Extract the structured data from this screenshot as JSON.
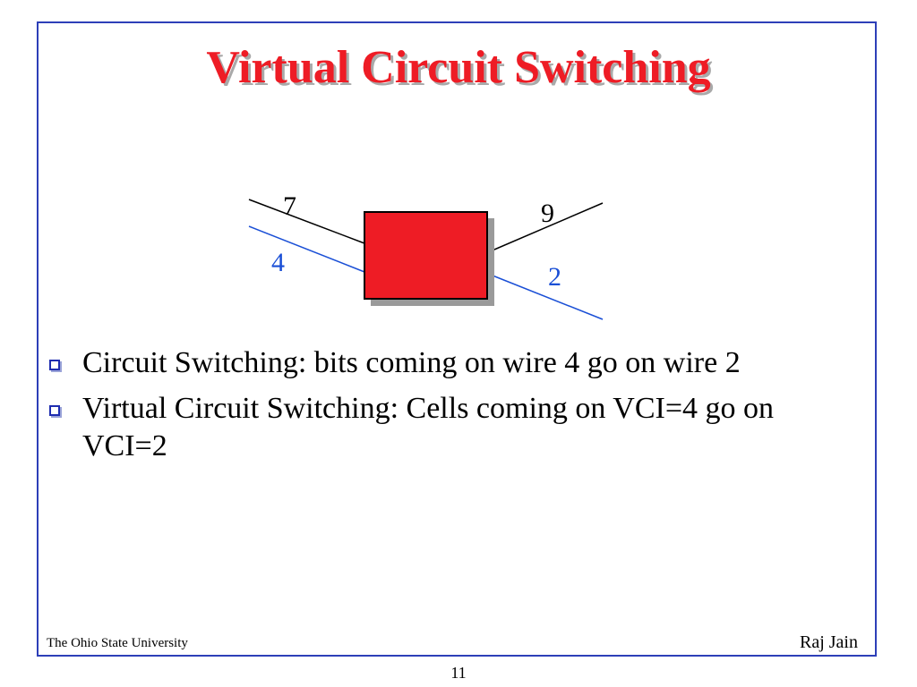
{
  "slide": {
    "title": "Virtual Circuit Switching",
    "diagram": {
      "label_top_left": "7",
      "label_bottom_left": "4",
      "label_top_right": "9",
      "label_bottom_right": "2",
      "colors": {
        "switch_fill": "#ee1c25",
        "black_wire": "#000000",
        "blue_wire": "#1a4fd6",
        "shadow": "#9a9a9a"
      }
    },
    "bullets": [
      {
        "text": "Circuit Switching: bits coming on wire 4 go on wire 2"
      },
      {
        "text": "Virtual Circuit Switching: Cells coming on VCI=4 go on VCI=2"
      }
    ]
  },
  "footer": {
    "left": "The Ohio State University",
    "right": "Raj Jain",
    "page_number": "11"
  },
  "colors": {
    "title": "#ee1c25",
    "frame": "#2d3fb8",
    "bullet_marker": "#1f2db0"
  }
}
